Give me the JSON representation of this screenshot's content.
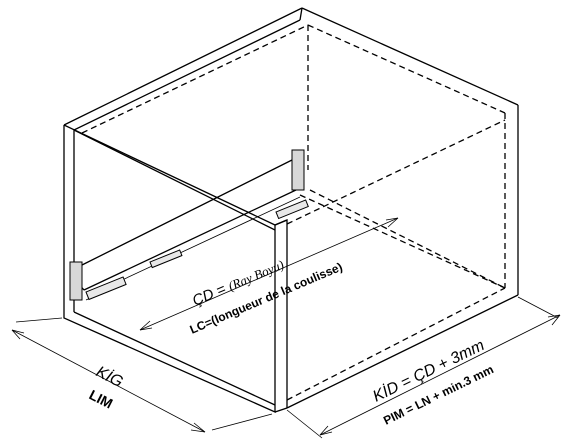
{
  "labels": {
    "cd_prefix": "ÇD = ",
    "cd_value": "(Ray Boyu)",
    "lc": "LC=(longueur de la coulisse)",
    "kig": "KİG",
    "lim": "LIM",
    "kid": "KİD = ÇD + 3mm",
    "pim": "PIM = LN + min.3 mm"
  },
  "icons": {
    "runner_left": "drawer-runner-icon",
    "runner_right": "drawer-runner-icon"
  },
  "colors": {
    "line": "#000000",
    "background": "#ffffff",
    "runner_fill": "#d8d8d8"
  }
}
